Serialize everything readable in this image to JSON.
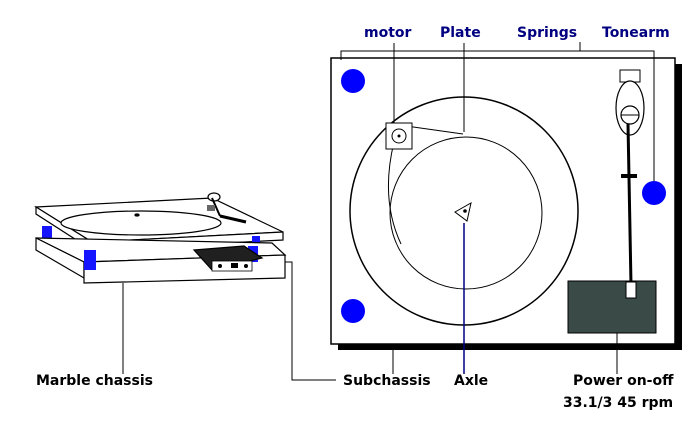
{
  "labels": {
    "motor": "motor",
    "plate": "Plate",
    "springs": "Springs",
    "tonearm": "Tonearm",
    "marble_chassis": "Marble chassis",
    "subchassis": "Subchassis",
    "axle": "Axle",
    "power": "Power on-off",
    "speeds": "33.1/3   45 rpm"
  },
  "colors": {
    "label_blue": "#000080",
    "spring_blue": "#0000ff",
    "power_box": "#3a4a47",
    "line": "#000000"
  }
}
